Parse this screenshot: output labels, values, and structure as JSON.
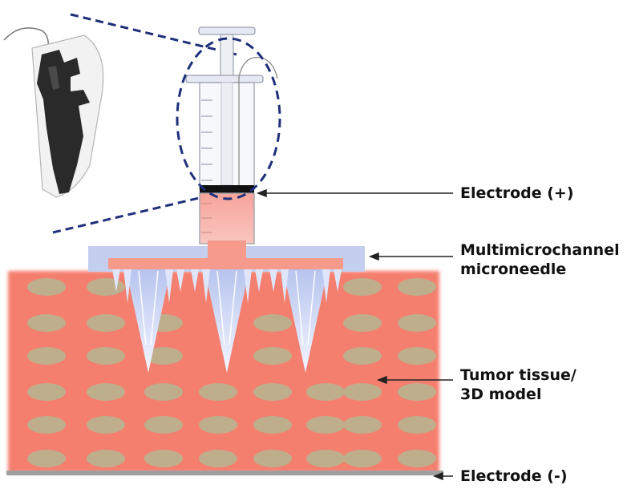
{
  "labels": {
    "electrode_pos": "Electrode (+)",
    "microneedle_line1": "Multimicrochannel",
    "microneedle_line2": "microneedle",
    "tumor_line1": "Tumor tissue/",
    "tumor_line2": "3D model",
    "electrode_neg": "Electrode (-)"
  },
  "colors": {
    "tissue": "#f47f6e",
    "cell": "#bfae8c",
    "patch_blue": "#c4cff0",
    "needle": "#dfe6fb",
    "patch_pink": "#f69a8c",
    "electrode_black": "#111111",
    "dash_blue": "#1f2f7a",
    "base_plate": "#a0a0a0"
  }
}
